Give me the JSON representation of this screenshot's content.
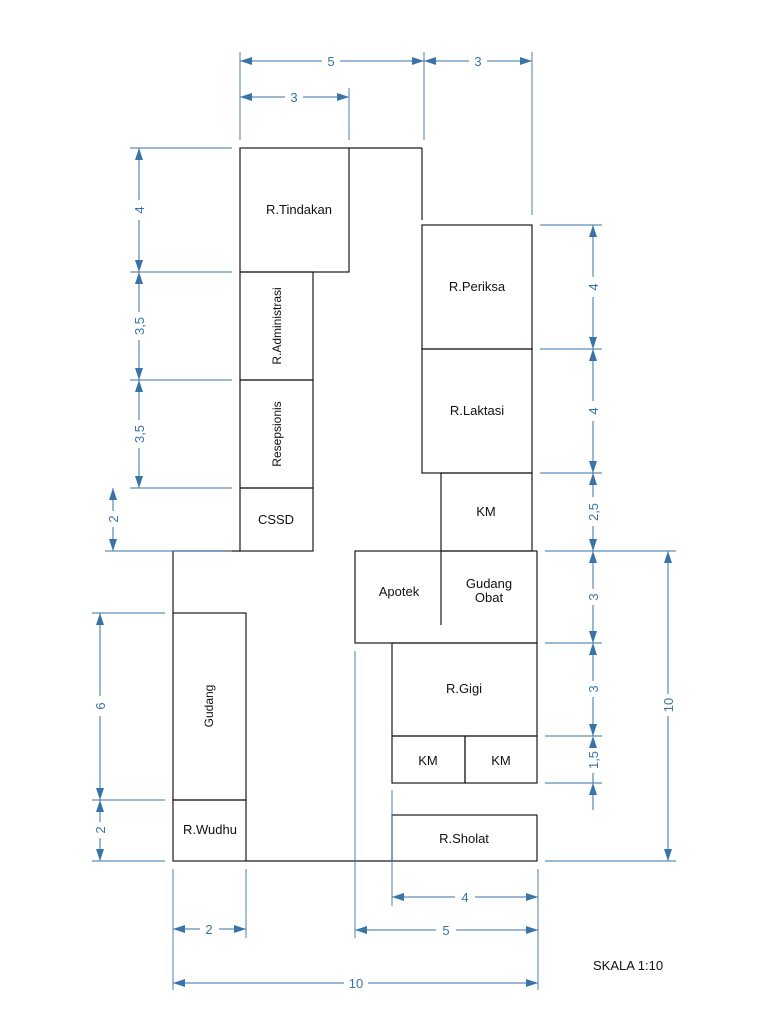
{
  "rooms": {
    "tindakan": "R.Tindakan",
    "administrasi": "R.Administrasi",
    "resepsionis": "Resepsionis",
    "cssd": "CSSD",
    "periksa": "R.Periksa",
    "laktasi": "R.Laktasi",
    "km_upper": "KM",
    "apotek": "Apotek",
    "gudang_obat_1": "Gudang",
    "gudang_obat_2": "Obat",
    "gigi": "R.Gigi",
    "km_left": "KM",
    "km_right": "KM",
    "sholat": "R.Sholat",
    "gudang": "Gudang",
    "wudhu": "R.Wudhu"
  },
  "dimensions": {
    "top_total": "5",
    "top_right": "3",
    "top_inner": "3",
    "left_tindakan": "4",
    "left_admin": "3,5",
    "left_resepsionis": "3,5",
    "left_cssd": "2",
    "left_gudang": "6",
    "left_wudhu": "2",
    "right_periksa": "4",
    "right_laktasi": "4",
    "right_km": "2,5",
    "right_apotek": "3",
    "right_gigi": "3",
    "right_km2": "1,5",
    "right_total": "10",
    "bottom_sholat": "4",
    "bottom_right": "5",
    "bottom_wudhu": "2",
    "bottom_total": "10"
  },
  "scale_label": "SKALA 1:10"
}
